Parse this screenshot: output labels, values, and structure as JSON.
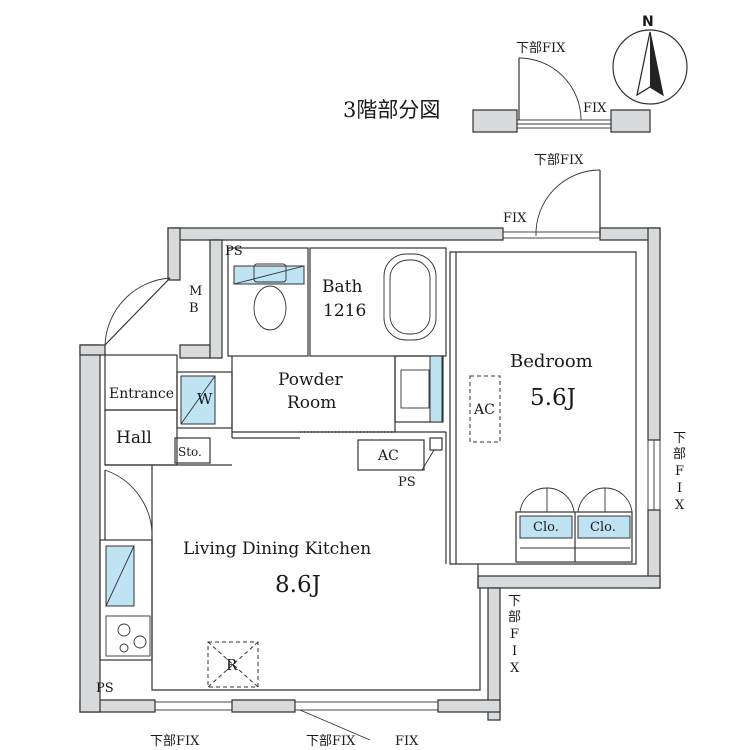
{
  "title": "3階部分図",
  "compass": {
    "north": "N"
  },
  "rooms": {
    "ldk": {
      "name": "Living Dining Kitchen",
      "size": "8.6J"
    },
    "bedroom": {
      "name": "Bedroom",
      "size": "5.6J"
    },
    "bath": {
      "name": "Bath",
      "size": "1216"
    },
    "powder": {
      "line1": "Powder",
      "line2": "Room"
    },
    "entrance": "Entrance",
    "hall": "Hall"
  },
  "labels": {
    "mb_m": "M",
    "mb_b": "B",
    "ps": "PS",
    "ac": "AC",
    "washer": "W",
    "storage": "Sto.",
    "closet": "Clo.",
    "refrigerator": "R",
    "fix": "FIX",
    "lower_fix": "下部FIX",
    "lower_v1": "下",
    "lower_v2": "部",
    "lower_v3": "F",
    "lower_v4": "I",
    "lower_v5": "X"
  },
  "colors": {
    "wall": "#d9dadb",
    "fixture": "#bfe3f2",
    "line": "#333333"
  }
}
